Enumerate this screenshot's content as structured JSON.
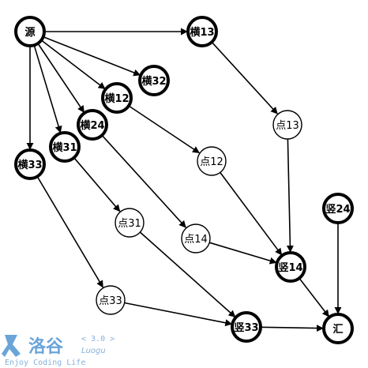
{
  "graph": {
    "nodes": [
      {
        "id": "src",
        "label": "源",
        "bold": true
      },
      {
        "id": "h13",
        "label": "横13",
        "bold": true
      },
      {
        "id": "h32",
        "label": "横32",
        "bold": true
      },
      {
        "id": "h12",
        "label": "横12",
        "bold": true
      },
      {
        "id": "h24",
        "label": "横24",
        "bold": true
      },
      {
        "id": "h31",
        "label": "横31",
        "bold": true
      },
      {
        "id": "h33",
        "label": "横33",
        "bold": true
      },
      {
        "id": "d13",
        "label": "点13",
        "bold": false
      },
      {
        "id": "d12",
        "label": "点12",
        "bold": false
      },
      {
        "id": "d31",
        "label": "点31",
        "bold": false
      },
      {
        "id": "d14",
        "label": "点14",
        "bold": false
      },
      {
        "id": "d33",
        "label": "点33",
        "bold": false
      },
      {
        "id": "s24",
        "label": "竖24",
        "bold": true
      },
      {
        "id": "s14",
        "label": "竖14",
        "bold": true
      },
      {
        "id": "s33",
        "label": "竖33",
        "bold": true
      },
      {
        "id": "sink",
        "label": "汇",
        "bold": true
      }
    ],
    "edges": [
      {
        "from": "src",
        "to": "h13"
      },
      {
        "from": "src",
        "to": "h32"
      },
      {
        "from": "src",
        "to": "h12"
      },
      {
        "from": "src",
        "to": "h24"
      },
      {
        "from": "src",
        "to": "h31"
      },
      {
        "from": "src",
        "to": "h33"
      },
      {
        "from": "h13",
        "to": "d13"
      },
      {
        "from": "d13",
        "to": "s14"
      },
      {
        "from": "h12",
        "to": "d12"
      },
      {
        "from": "d12",
        "to": "s14"
      },
      {
        "from": "h24",
        "to": "d14"
      },
      {
        "from": "d14",
        "to": "s14"
      },
      {
        "from": "h31",
        "to": "d31"
      },
      {
        "from": "d31",
        "to": "s33"
      },
      {
        "from": "h33",
        "to": "d33"
      },
      {
        "from": "d33",
        "to": "s33"
      },
      {
        "from": "s14",
        "to": "sink"
      },
      {
        "from": "s24",
        "to": "sink"
      },
      {
        "from": "s33",
        "to": "sink"
      }
    ]
  },
  "watermark": {
    "brand": "洛谷",
    "version": "< 3.0 >",
    "latin": "Luogu",
    "slogan": "Enjoy Coding Life"
  }
}
